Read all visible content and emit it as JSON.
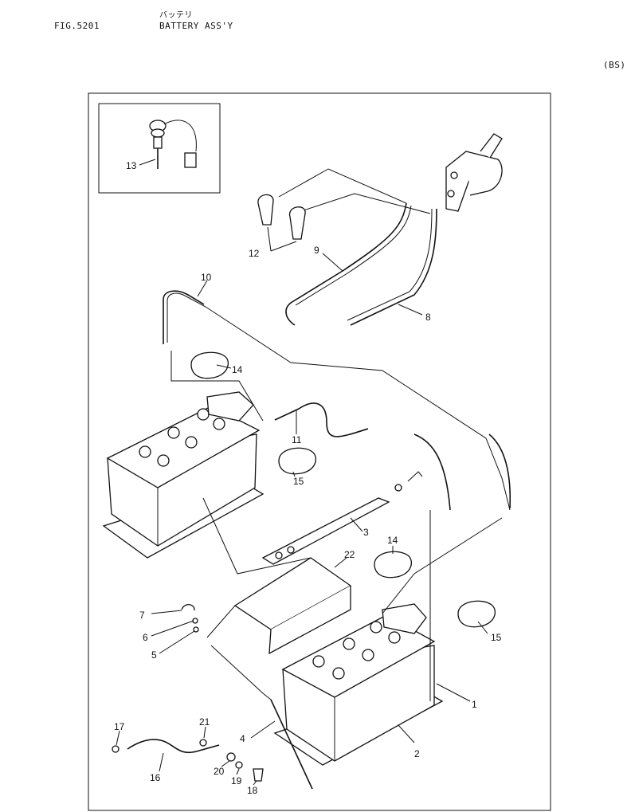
{
  "header": {
    "fig_number": "FIG.5201",
    "subtitle": "バッテリ",
    "title": "BATTERY ASS'Y",
    "code": "(BS)"
  },
  "callouts": [
    "1",
    "2",
    "3",
    "4",
    "5",
    "6",
    "7",
    "8",
    "9",
    "10",
    "11",
    "12",
    "13",
    "14",
    "14",
    "15",
    "15",
    "16",
    "17",
    "18",
    "19",
    "20",
    "21",
    "22"
  ]
}
